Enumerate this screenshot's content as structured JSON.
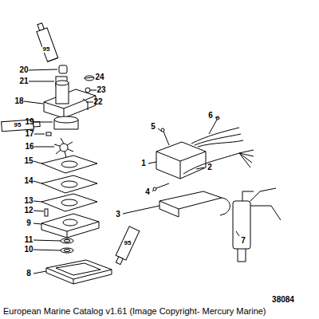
{
  "diagram": {
    "caption": "European Marine Catalog v1.61 (Image Copyright- Mercury Marine)",
    "labels": [
      "95",
      "20",
      "21",
      "18",
      "24",
      "23",
      "22",
      "95",
      "19",
      "17",
      "16",
      "15",
      "14",
      "13",
      "12",
      "9",
      "11",
      "10",
      "95",
      "8",
      "5",
      "6",
      "1",
      "2",
      "4",
      "3",
      "7",
      "38084"
    ]
  }
}
